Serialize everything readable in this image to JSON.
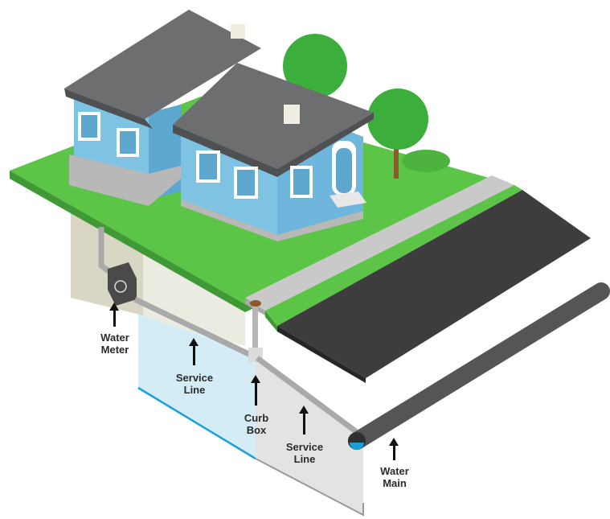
{
  "labels": {
    "water_meter": [
      "Water",
      "Meter"
    ],
    "service_line_1": [
      "Service",
      "Line"
    ],
    "curb_box": [
      "Curb",
      "Box"
    ],
    "service_line_2": [
      "Service",
      "Line"
    ],
    "water_main": [
      "Water",
      "Main"
    ]
  },
  "colors": {
    "grass": "#5cc447",
    "grass_edge": "#3f9a35",
    "house_wall": "#7fc3e3",
    "house_wall_dark": "#5ea7cf",
    "roof": "#6d6e70",
    "roof_dark": "#4f5052",
    "road": "#3d3d3d",
    "sidewalk": "#c9c9c9",
    "water_main": "#555555",
    "service_pipe": "#a9a9a9",
    "soil_tan": "#d9d6c3",
    "soil_blue": "#d4ecf6",
    "soil_gray": "#e3e3e3",
    "water_line": "#1aa0d8"
  }
}
